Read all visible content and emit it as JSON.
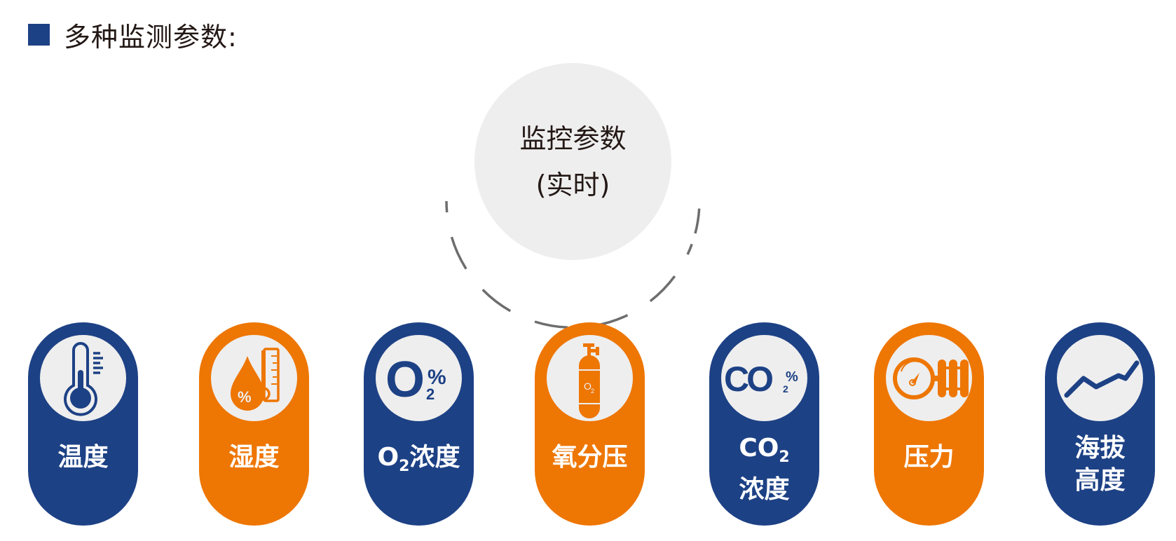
{
  "header": {
    "title": "多种监测参数:",
    "marker_color": "#1d4185"
  },
  "hub": {
    "line1": "监控参数",
    "line2": "(实时)"
  },
  "colors": {
    "blue": "#1d4185",
    "orange": "#ee7603",
    "disc": "#eeeeee",
    "dash": "#6d6d6d"
  },
  "parameters": [
    {
      "label": "温度",
      "color": "blue",
      "icon": "thermometer-icon"
    },
    {
      "label": "湿度",
      "color": "orange",
      "icon": "humidity-icon"
    },
    {
      "label_main": "O",
      "label_sub": "2",
      "label_rest": "浓度",
      "color": "blue",
      "icon": "o2-percent-icon"
    },
    {
      "label": "氧分压",
      "color": "orange",
      "icon": "oxygen-cylinder-icon"
    },
    {
      "label_main": "CO",
      "label_sub": "2",
      "label_rest": "浓度",
      "color": "blue",
      "icon": "co2-percent-icon"
    },
    {
      "label": "压力",
      "color": "orange",
      "icon": "pressure-gauge-icon"
    },
    {
      "label_line1": "海拔",
      "label_line2": "高度",
      "color": "blue",
      "icon": "altitude-chart-icon"
    }
  ],
  "icon_text": {
    "o2_big": "O",
    "sub2": "2",
    "pct": "%",
    "co_big": "CO",
    "cyl": "O",
    "humid_pct": "%"
  }
}
